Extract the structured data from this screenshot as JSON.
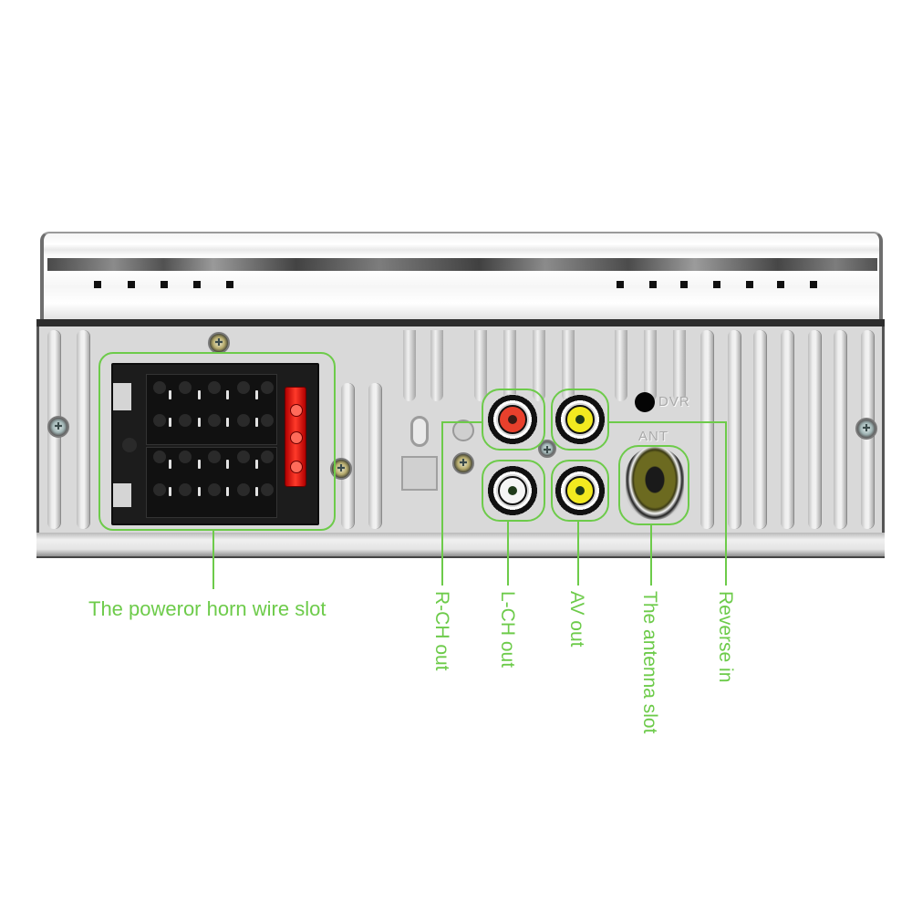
{
  "device": {
    "name": "car stereo rear panel",
    "embossed_text": {
      "dvr": "DVR",
      "ant": "ANT"
    }
  },
  "callouts": [
    {
      "id": "power-horn",
      "label": "The poweror horn wire slot",
      "orientation": "horizontal"
    },
    {
      "id": "r-ch-out",
      "label": "R-CH out",
      "orientation": "vertical"
    },
    {
      "id": "l-ch-out",
      "label": "L-CH out",
      "orientation": "vertical"
    },
    {
      "id": "av-out",
      "label": "AV out",
      "orientation": "vertical"
    },
    {
      "id": "antenna",
      "label": "The antenna slot",
      "orientation": "vertical"
    },
    {
      "id": "reverse-in",
      "label": "Reverse in",
      "orientation": "vertical"
    }
  ],
  "colors": {
    "callout_green": "#6dcb4a",
    "rca_red": "#e8402c",
    "rca_yellow": "#f2ea20",
    "rca_white": "#f5f5f5",
    "fuse_red": "#ff3a2a"
  }
}
